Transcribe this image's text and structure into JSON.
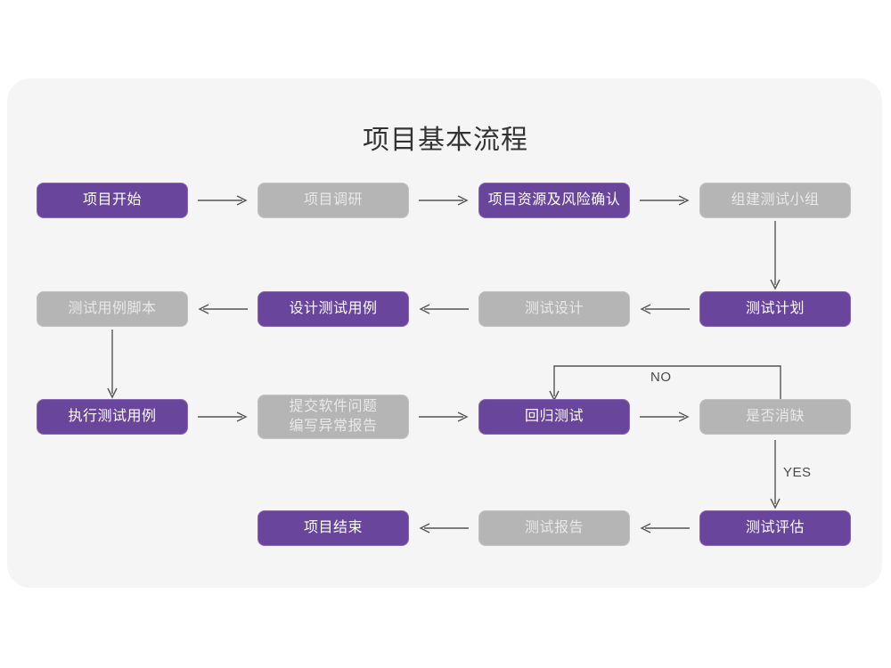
{
  "page": {
    "title": "项目基本流程",
    "background_color": "#ffffff",
    "card_color": "#f5f5f5",
    "accent_purple": "#6a459c",
    "accent_gray": "#b5b5b5",
    "arrow_color": "#555555"
  },
  "flow": {
    "rows": [
      {
        "row_index": 1,
        "nodes": [
          {
            "id": "start",
            "label": "项目开始",
            "style": "purple"
          },
          {
            "id": "research",
            "label": "项目调研",
            "style": "gray"
          },
          {
            "id": "resource-risk",
            "label": "项目资源及风险确认",
            "style": "purple"
          },
          {
            "id": "build-team",
            "label": "组建测试小组",
            "style": "gray"
          }
        ],
        "direction": "right"
      },
      {
        "row_index": 2,
        "nodes": [
          {
            "id": "case-script",
            "label": "测试用例脚本",
            "style": "gray"
          },
          {
            "id": "design-case",
            "label": "设计测试用例",
            "style": "purple"
          },
          {
            "id": "test-design",
            "label": "测试设计",
            "style": "gray"
          },
          {
            "id": "test-plan",
            "label": "测试计划",
            "style": "purple"
          }
        ],
        "direction": "left"
      },
      {
        "row_index": 3,
        "nodes": [
          {
            "id": "execute-case",
            "label": "执行测试用例",
            "style": "purple"
          },
          {
            "id": "submit-issue",
            "label": "提交软件问题\n编写异常报告",
            "style": "gray"
          },
          {
            "id": "regression",
            "label": "回归测试",
            "style": "purple"
          },
          {
            "id": "defect-cleared",
            "label": "是否消缺",
            "style": "gray"
          }
        ],
        "direction": "right"
      },
      {
        "row_index": 4,
        "nodes": [
          {
            "id": "project-end",
            "label": "项目结束",
            "style": "purple"
          },
          {
            "id": "test-report",
            "label": "测试报告",
            "style": "gray"
          },
          {
            "id": "test-evaluate",
            "label": "测试评估",
            "style": "purple"
          }
        ],
        "direction": "left"
      }
    ],
    "edge_labels": {
      "no": "NO",
      "yes": "YES"
    }
  }
}
